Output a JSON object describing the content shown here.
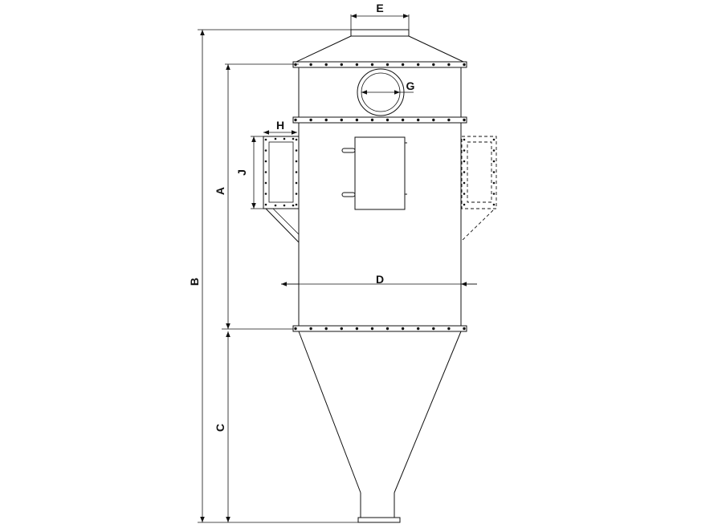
{
  "drawing": {
    "labels": {
      "a": "A",
      "b": "B",
      "c": "C",
      "d": "D",
      "e": "E",
      "g": "G",
      "h": "H",
      "j": "J"
    }
  }
}
